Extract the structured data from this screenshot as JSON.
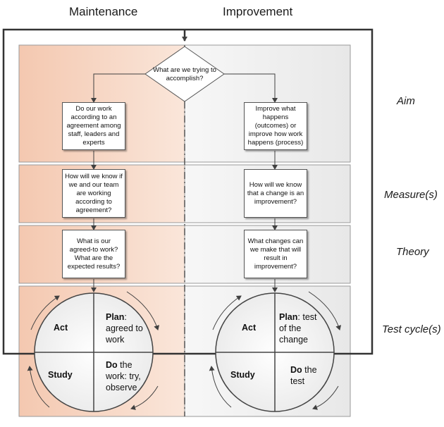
{
  "columns": {
    "left": "Maintenance",
    "right": "Improvement"
  },
  "rows": {
    "aim": "Aim",
    "measure": "Measure(s)",
    "theory": "Theory",
    "test": "Test cycle(s)"
  },
  "question": "What are we trying to accomplish?",
  "left": {
    "aim": "Do our work according to an agreement among staff, leaders and experts",
    "measure": "How will we know if we and our team are working according to agreement?",
    "theory": "What is our agreed-to work?  What are the expected results?",
    "cycle": {
      "act": "Act",
      "plan_bold": "Plan",
      "plan_rest": ": agreed to work",
      "study": "Study",
      "do_bold": "Do",
      "do_rest": " the work: try, observe"
    }
  },
  "right": {
    "aim": "Improve what happens (outcomes) or improve how work happens (process)",
    "measure": "How will we know that a change is an improvement?",
    "theory": "What changes can we make that will result in improvement?",
    "cycle": {
      "act": "Act",
      "plan_bold": "Plan",
      "plan_rest": ": test of the change",
      "study": "Study",
      "do_bold": "Do",
      "do_rest": " the test"
    }
  },
  "colors": {
    "left_fill": "#f6d2bf",
    "right_fill": "#efefef",
    "line": "#404040"
  }
}
